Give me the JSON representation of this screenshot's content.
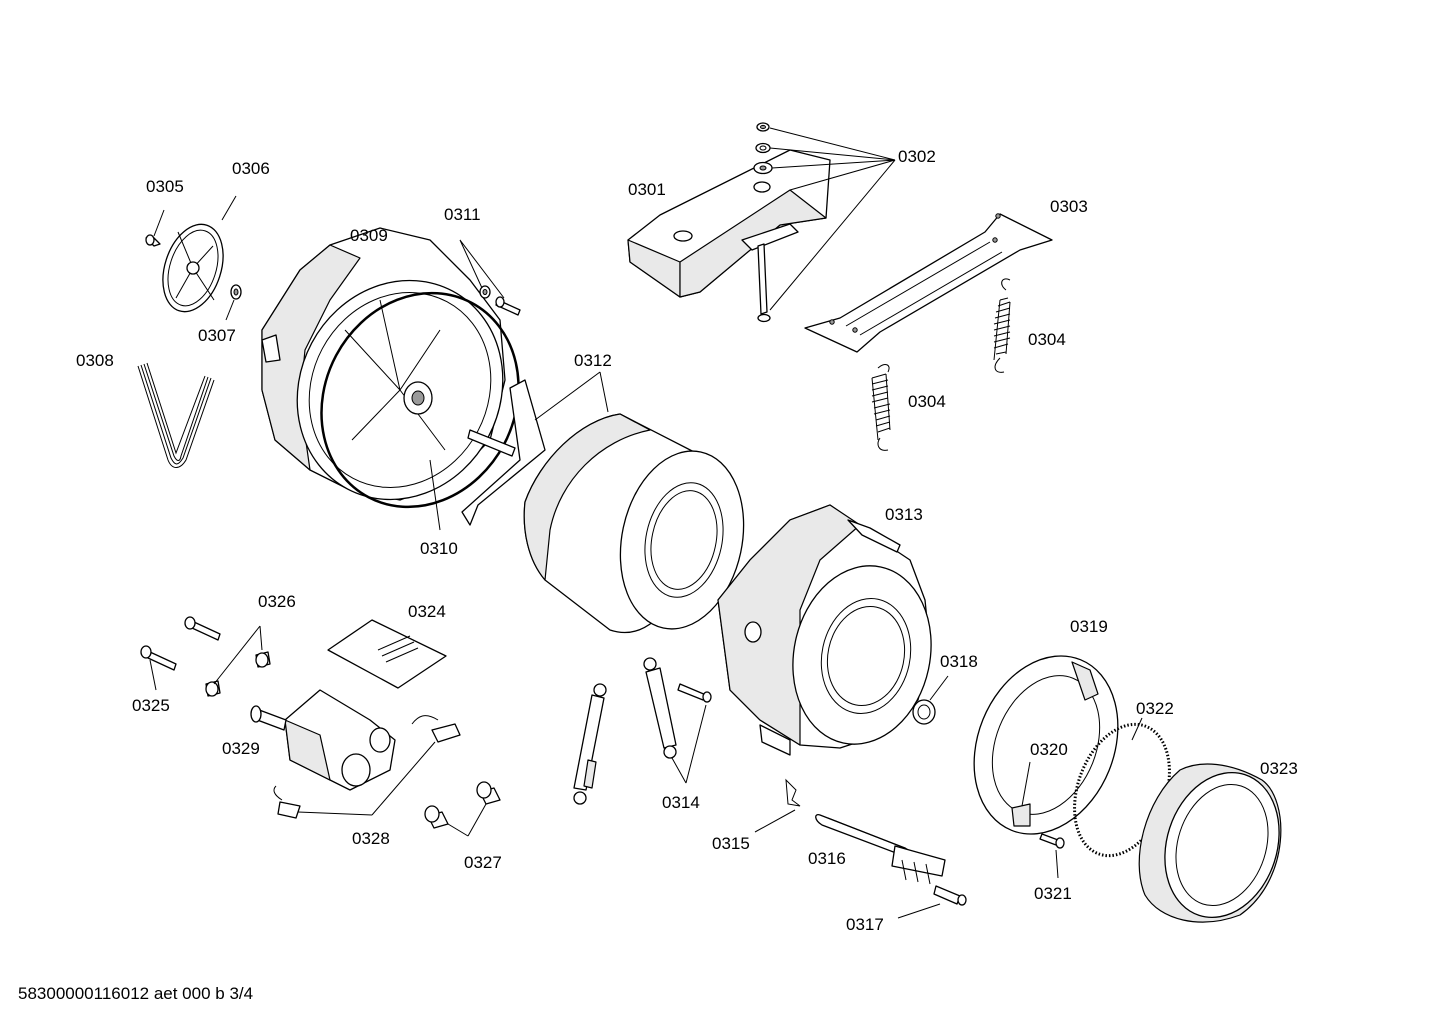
{
  "labels": {
    "p0301": "0301",
    "p0302": "0302",
    "p0303": "0303",
    "p0304a": "0304",
    "p0304b": "0304",
    "p0305": "0305",
    "p0306": "0306",
    "p0307": "0307",
    "p0308": "0308",
    "p0309": "0309",
    "p0310": "0310",
    "p0311": "0311",
    "p0312": "0312",
    "p0313": "0313",
    "p0314": "0314",
    "p0315": "0315",
    "p0316": "0316",
    "p0317": "0317",
    "p0318": "0318",
    "p0319": "0319",
    "p0320": "0320",
    "p0321": "0321",
    "p0322": "0322",
    "p0323": "0323",
    "p0324": "0324",
    "p0325": "0325",
    "p0326": "0326",
    "p0327": "0327",
    "p0328": "0328",
    "p0329": "0329"
  },
  "footer": "58300000116012 aet 000 b 3/4"
}
